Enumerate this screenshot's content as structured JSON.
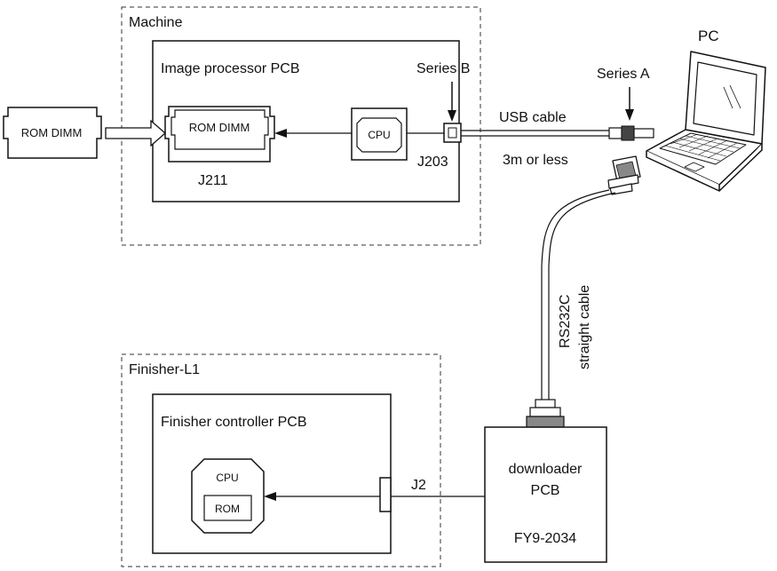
{
  "groups": {
    "machine": "Machine",
    "finisher": "Finisher-L1"
  },
  "boards": {
    "image_processor": "Image processor PCB",
    "finisher_controller": "Finisher controller PCB",
    "downloader_line1": "downloader",
    "downloader_line2": "PCB",
    "downloader_part": "FY9-2034"
  },
  "components": {
    "rom_dimm_external": "ROM DIMM",
    "rom_dimm_socket": "ROM DIMM",
    "cpu_main": "CPU",
    "cpu_finisher": "CPU",
    "rom_finisher": "ROM",
    "pc": "PC"
  },
  "connectors": {
    "j211": "J211",
    "j203": "J203",
    "j2": "J2",
    "series_a": "Series A",
    "series_b": "Series B"
  },
  "cables": {
    "usb": "USB cable",
    "usb_length": "3m or less",
    "rs232c_line1": "RS232C",
    "rs232c_line2": "straight cable"
  }
}
